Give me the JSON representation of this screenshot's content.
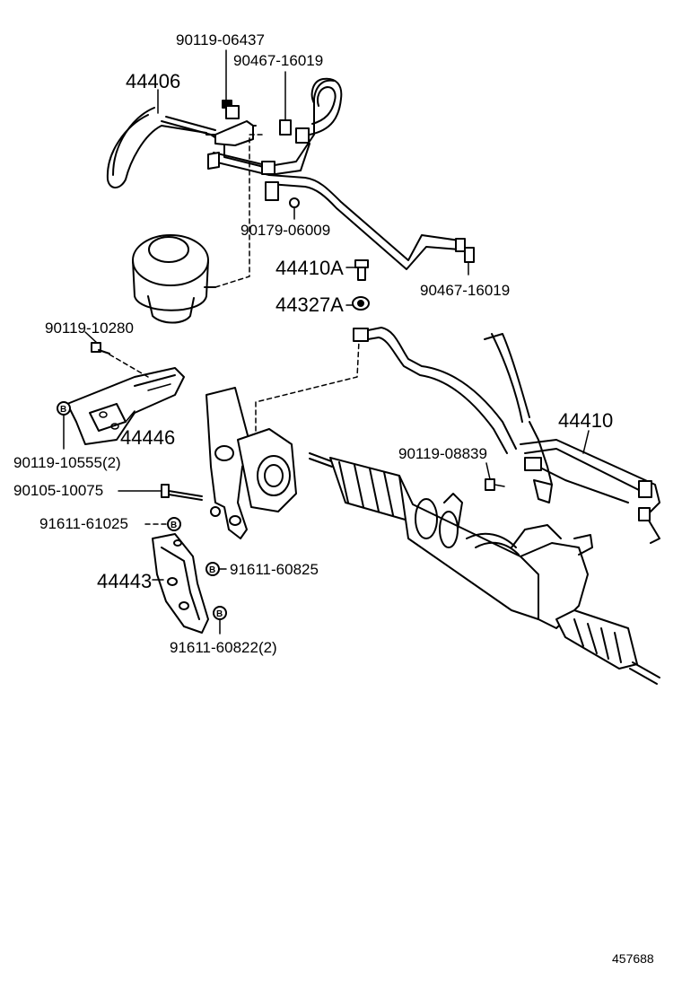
{
  "labels": {
    "p90119_06437": "90119-06437",
    "p90467_16019_top": "90467-16019",
    "p44406": "44406",
    "p90179_06009": "90179-06009",
    "p44410A": "44410A",
    "p90467_16019_right": "90467-16019",
    "p44327A": "44327A",
    "p90119_10280": "90119-10280",
    "p44446": "44446",
    "p90119_10555": "90119-10555(2)",
    "p90105_10075": "90105-10075",
    "p91611_61025": "91611-61025",
    "p44443": "44443",
    "p91611_60825": "91611-60825",
    "p91611_60822": "91611-60822(2)",
    "p44410": "44410",
    "p90119_08839": "90119-08839"
  },
  "badges": {
    "b_letter": "B"
  },
  "footer": {
    "reference_number": "457688"
  }
}
